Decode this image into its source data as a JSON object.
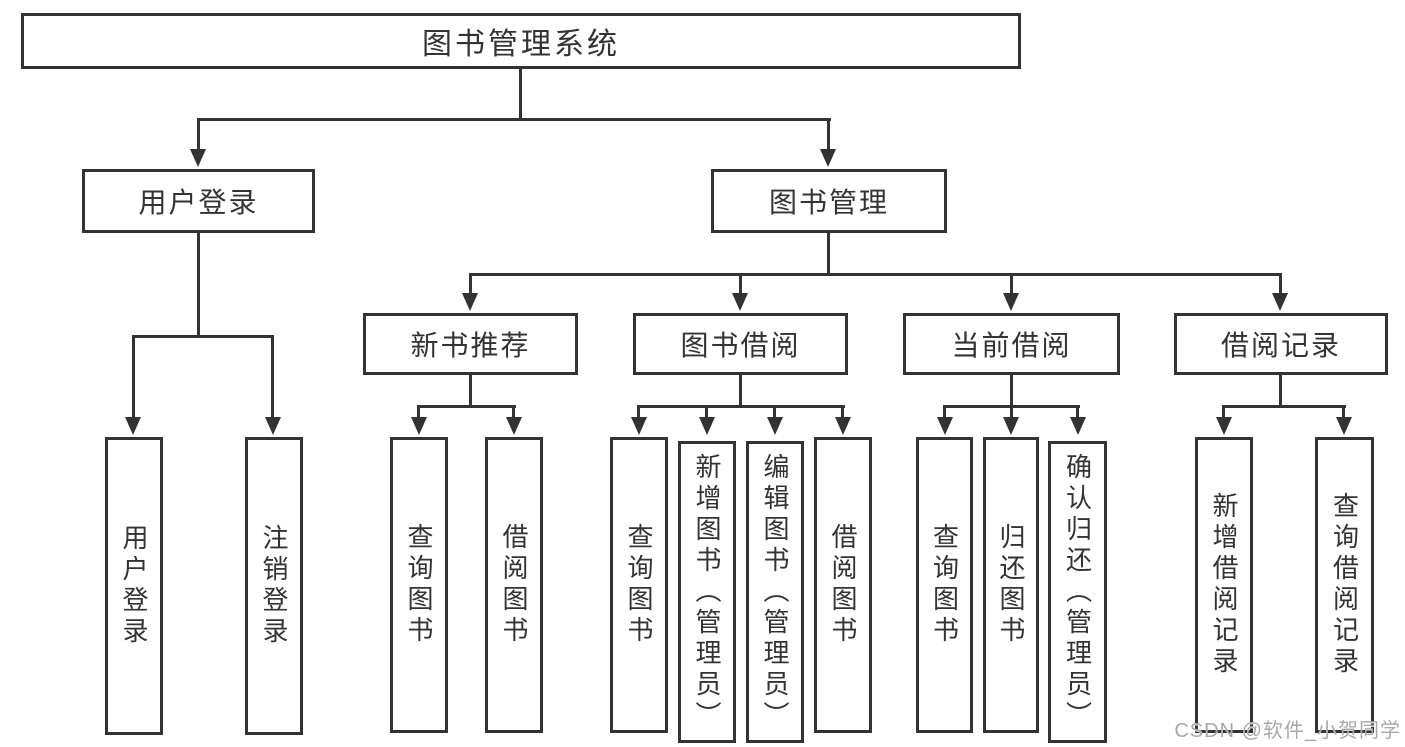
{
  "diagram": {
    "root": {
      "label": "图书管理系统"
    },
    "user_login": {
      "label": "用户登录",
      "children": [
        {
          "label": "用户登录"
        },
        {
          "label": "注销登录"
        }
      ]
    },
    "book_management": {
      "label": "图书管理",
      "groups": [
        {
          "label": "新书推荐",
          "children": [
            {
              "label": "查询图书"
            },
            {
              "label": "借阅图书"
            }
          ]
        },
        {
          "label": "图书借阅",
          "children": [
            {
              "label": "查询图书"
            },
            {
              "label": "新增图书（管理员）"
            },
            {
              "label": "编辑图书（管理员）"
            },
            {
              "label": "借阅图书"
            }
          ]
        },
        {
          "label": "当前借阅",
          "children": [
            {
              "label": "查询图书"
            },
            {
              "label": "归还图书"
            },
            {
              "label": "确认归还（管理员）"
            }
          ]
        },
        {
          "label": "借阅记录",
          "children": [
            {
              "label": "新增借阅记录"
            },
            {
              "label": "查询借阅记录"
            }
          ]
        }
      ]
    }
  },
  "watermark": {
    "text": "CSDN @软件_小贺同学"
  },
  "colors": {
    "line": "#333333",
    "border": "#333333",
    "text": "#333333",
    "watermark": "#a8a8a8",
    "background": "#ffffff"
  }
}
